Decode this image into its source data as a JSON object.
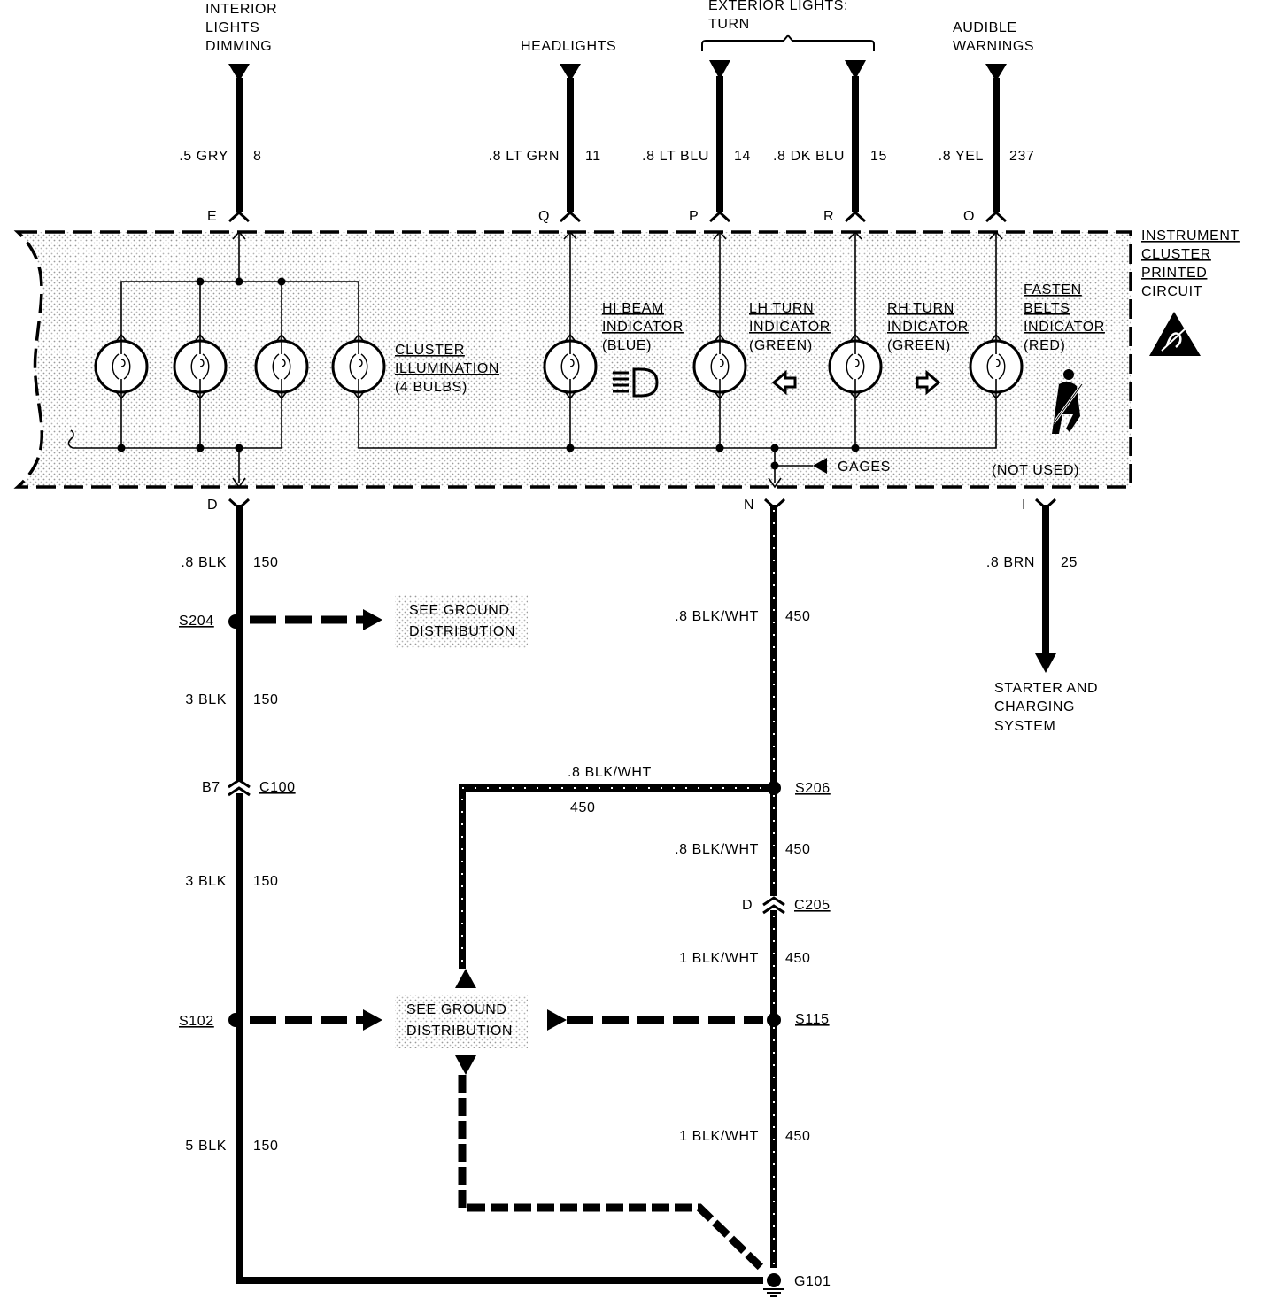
{
  "top_destinations": {
    "interior": [
      "INTERIOR",
      "LIGHTS",
      "DIMMING"
    ],
    "headlights": [
      "HEADLIGHTS"
    ],
    "exterior": [
      "EXTERIOR LIGHTS:",
      "TURN"
    ],
    "audible": [
      "AUDIBLE",
      "WARNINGS"
    ]
  },
  "top_wires": [
    {
      "pin": "E",
      "color": ".5 GRY",
      "circuit": "8"
    },
    {
      "pin": "Q",
      "color": ".8 LT GRN",
      "circuit": "11"
    },
    {
      "pin": "P",
      "color": ".8 LT BLU",
      "circuit": "14"
    },
    {
      "pin": "R",
      "color": ".8 DK BLU",
      "circuit": "15"
    },
    {
      "pin": "O",
      "color": ".8 YEL",
      "circuit": "237"
    }
  ],
  "cluster": {
    "title": [
      "INSTRUMENT",
      "CLUSTER",
      "PRINTED",
      "CIRCUIT"
    ],
    "illumination": [
      "CLUSTER",
      "ILLUMINATION",
      "(4 BULBS)"
    ],
    "hi_beam": [
      "HI BEAM",
      "INDICATOR",
      "(BLUE)"
    ],
    "lh_turn": [
      "LH TURN",
      "INDICATOR",
      "(GREEN)"
    ],
    "rh_turn": [
      "RH TURN",
      "INDICATOR",
      "(GREEN)"
    ],
    "fasten": [
      "FASTEN",
      "BELTS",
      "INDICATOR",
      "(RED)"
    ],
    "gages": "GAGES",
    "not_used": "(NOT USED)"
  },
  "bottom_pins": {
    "d": "D",
    "n": "N",
    "i": "I"
  },
  "left_branch": [
    {
      "color": ".8 BLK",
      "circuit": "150"
    },
    {
      "color": "3 BLK",
      "circuit": "150"
    },
    {
      "color": "3 BLK",
      "circuit": "150"
    },
    {
      "color": "5 BLK",
      "circuit": "150"
    }
  ],
  "right_branch": [
    {
      "color": ".8 BLK/WHT",
      "circuit": "450"
    },
    {
      "color": ".8 BLK/WHT",
      "circuit": "450"
    },
    {
      "color": "1 BLK/WHT",
      "circuit": "450"
    },
    {
      "color": "1 BLK/WHT",
      "circuit": "450"
    }
  ],
  "horizontal_wire": {
    "color": ".8 BLK/WHT",
    "circuit": "450"
  },
  "brn_wire": {
    "color": ".8 BRN",
    "circuit": "25"
  },
  "splices": {
    "s204": "S204",
    "s102": "S102",
    "s206": "S206",
    "s115": "S115"
  },
  "connectors": {
    "c100_pin": "B7",
    "c100": "C100",
    "c205_pin": "D",
    "c205": "C205"
  },
  "ground": "G101",
  "see_ground": [
    "SEE GROUND",
    "DISTRIBUTION"
  ],
  "starter": [
    "STARTER AND",
    "CHARGING",
    "SYSTEM"
  ]
}
